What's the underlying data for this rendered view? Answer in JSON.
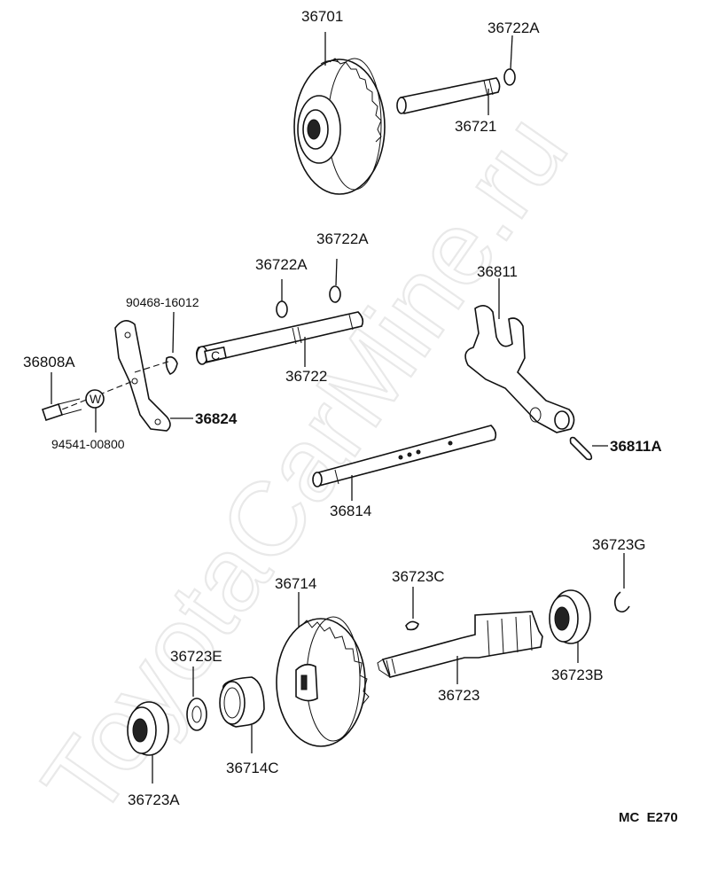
{
  "watermark": "ToyotaCarMine.ru",
  "diagram_code": "MC  E270",
  "parts": {
    "p36701": "36701",
    "p36722A_top": "36722A",
    "p36721": "36721",
    "p36722A_mid_right": "36722A",
    "p36722A_mid_left": "36722A",
    "p90468": "90468-16012",
    "p36811": "36811",
    "p36808A": "36808A",
    "p36722": "36722",
    "p36824": "36824",
    "p94541": "94541-00800",
    "p36811A": "36811A",
    "p36814": "36814",
    "p36723G": "36723G",
    "p36714": "36714",
    "p36723C": "36723C",
    "p36723E": "36723E",
    "p36723": "36723",
    "p36723B": "36723B",
    "p36714C": "36714C",
    "p36723A": "36723A"
  },
  "washer_mark": "W",
  "shaft_mark": "C"
}
